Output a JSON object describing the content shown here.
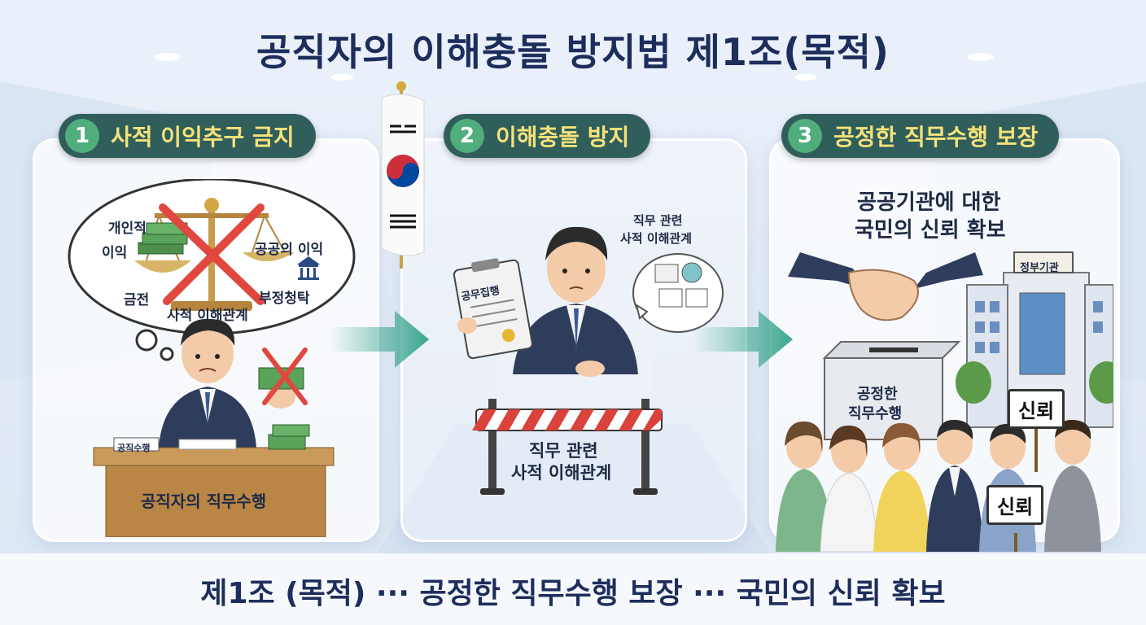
{
  "title": "공직자의 이해충돌 방지법 제1조(목적)",
  "steps": [
    {
      "number": "1",
      "label": "사적 이익추구 금지"
    },
    {
      "number": "2",
      "label": "이해충돌 방지"
    },
    {
      "number": "3",
      "label": "공정한 직무수행 보장"
    }
  ],
  "panel1": {
    "bubble_left_top": "개인적",
    "bubble_left_mid": "이익",
    "bubble_right_top": "공공의 이익",
    "bubble_left_bottom": "금전",
    "bubble_right_bottom": "부정청탁",
    "bubble_center_bottom": "사적 이해관계",
    "nameplate": "공직수행",
    "desk_label": "공직자의 직무수행"
  },
  "panel2": {
    "clipboard": "공무집행",
    "bubble_line1": "직무 관련",
    "bubble_line2": "사적 이해관계",
    "barrier_line1": "직무 관련",
    "barrier_line2": "사적 이해관계"
  },
  "panel3": {
    "headline_line1": "공공기관에 대한",
    "headline_line2": "국민의 신뢰 확보",
    "building_sign": "정부기관",
    "ballot_line1": "공정한",
    "ballot_line2": "직무수행",
    "sign1": "신뢰",
    "sign2": "신뢰"
  },
  "bottom": "제1조 (목적) ··· 공정한 직무수행 보장 ··· 국민의 신뢰 확보",
  "colors": {
    "title": "#1d2d5c",
    "pill_bg": "#2f5e5b",
    "pill_num": "#4fae7b",
    "pill_text": "#f6e27a",
    "arrow": "#3aa58d",
    "cross": "#e0473e"
  }
}
